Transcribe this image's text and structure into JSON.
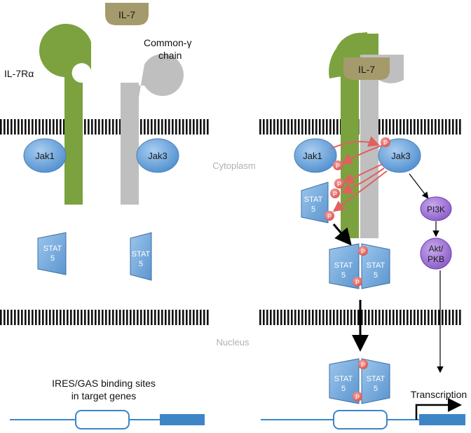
{
  "left": {
    "ligand": "IL-7",
    "receptor_alpha": "IL-7Rα",
    "common_gamma_line1": "Common-γ",
    "common_gamma_line2": "chain",
    "jak1": "Jak1",
    "jak3": "Jak3",
    "stat_line1": "STAT",
    "stat_line2": "5",
    "binding_line1": "IRES/GAS binding sites",
    "binding_line2": "in target genes"
  },
  "right": {
    "ligand": "IL-7",
    "jak1": "Jak1",
    "jak3": "Jak3",
    "stat_line1": "STAT",
    "stat_line2": "5",
    "phospho": "P",
    "pi3k": "PI3K",
    "akt_line1": "Akt/",
    "akt_line2": "PKB",
    "transcription": "Transcription"
  },
  "compartments": {
    "cytoplasm": "Cytoplasm",
    "nucleus": "Nucleus"
  },
  "colors": {
    "il7_fill": "#a59a6b",
    "alpha_chain": "#7ba23f",
    "gamma_chain": "#bfbfbf",
    "jak_fill": "#5f9fd9",
    "stat_fill": "#6fa8dc",
    "phospho_fill": "#e06666",
    "kinase_fill": "#9b6fd4",
    "red_arrow": "#e06060",
    "dna_line": "#3d85c6"
  }
}
